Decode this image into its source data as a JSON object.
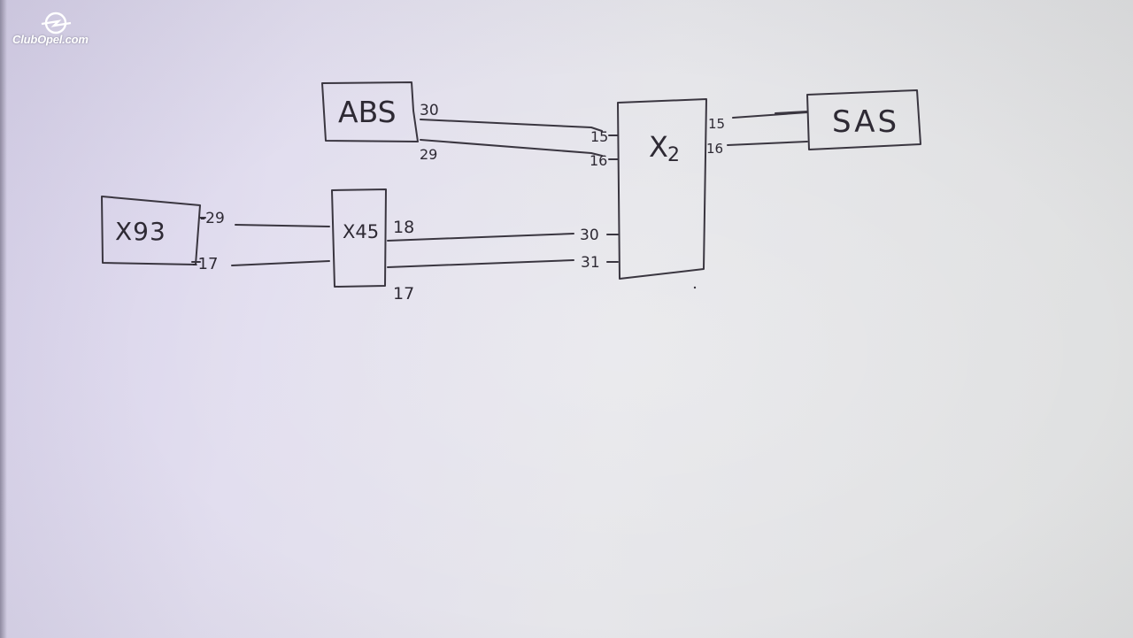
{
  "watermark": {
    "text": "ClubOpel.com",
    "icon": "opel-logo-icon"
  },
  "diagram": {
    "blocks": {
      "abs": "ABS",
      "sas": "SAS",
      "x93": "X93",
      "x45": "X45",
      "x2_main": "X",
      "x2_sub": "2"
    },
    "pins": {
      "abs_30": "30",
      "abs_29": "29",
      "x2_15": "15",
      "x2_16": "16",
      "x2_30": "30",
      "x2_31": "31",
      "x2_out_15": "15",
      "x2_out_16": "16",
      "x93_29": "-29",
      "x93_17": "-17",
      "x45_18": "18",
      "x45_17": "17"
    }
  }
}
